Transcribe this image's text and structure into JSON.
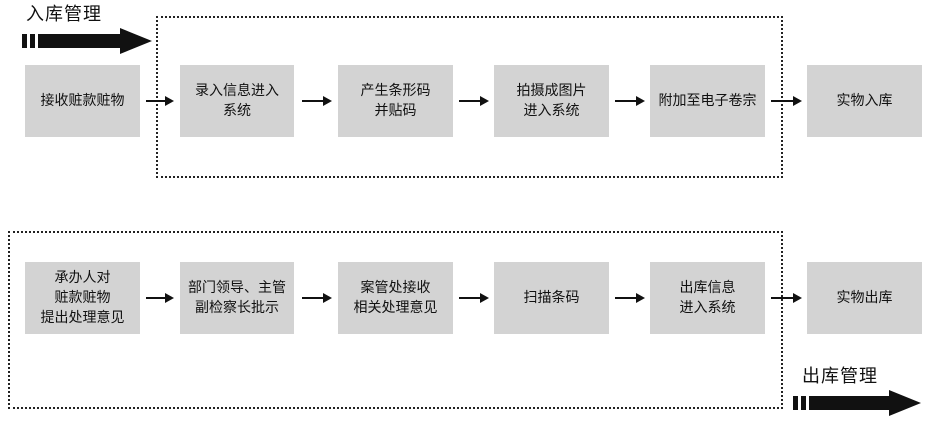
{
  "inbound": {
    "title": "入库管理",
    "steps": [
      "接收赃款赃物",
      "录入信息进入\n系统",
      "产生条形码\n并贴码",
      "拍摄成图片\n进入系统",
      "附加至电子卷宗",
      "实物入库"
    ]
  },
  "outbound": {
    "title": "出库管理",
    "steps": [
      "承办人对\n赃款赃物\n提出处理意见",
      "部门领导、主管\n副检察长批示",
      "案管处接收\n相关处理意见",
      "扫描条码",
      "出库信息\n进入系统",
      "实物出库"
    ]
  },
  "colors": {
    "box": "#d3d3d3",
    "arrow": "#111111"
  }
}
